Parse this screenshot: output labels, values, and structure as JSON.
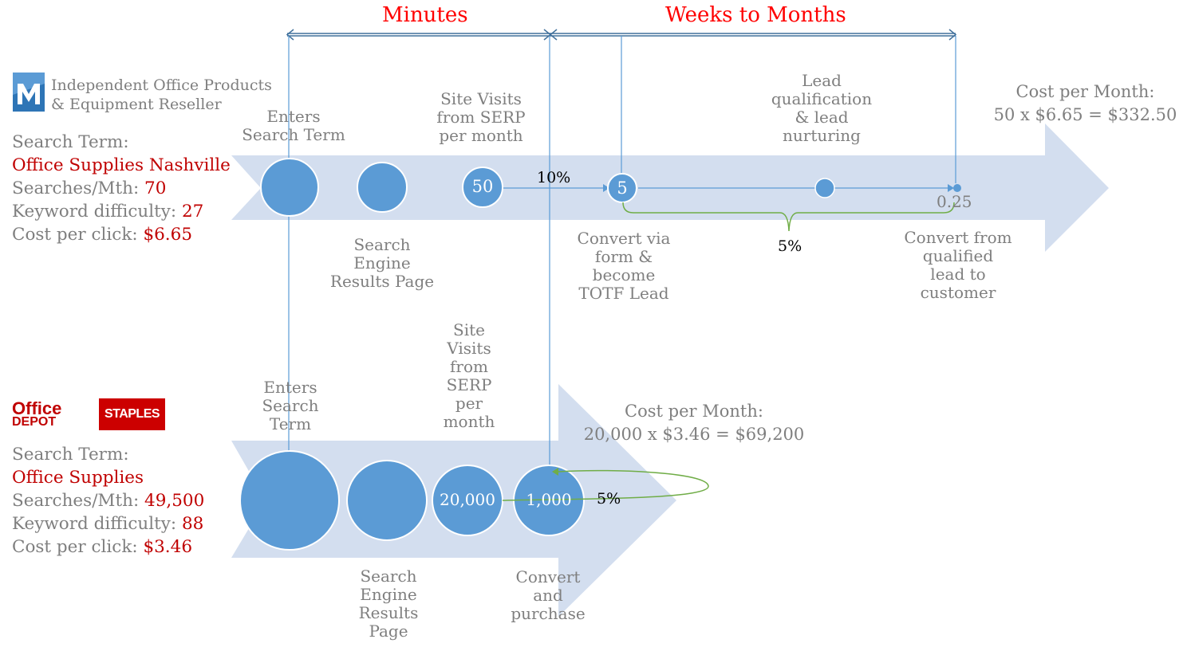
{
  "headers": {
    "minutes": "Minutes",
    "weeks_to_months": "Weeks to Months"
  },
  "independent": {
    "company_line1": "Independent Office Products",
    "company_line2": "& Equipment Reseller",
    "search_term_label": "Search Term:",
    "search_term_value": "Office Supplies Nashville",
    "searches_label": "Searches/Mth: ",
    "searches_value": "70",
    "difficulty_label": "Keyword difficulty: ",
    "difficulty_value": "27",
    "cpc_label": "Cost per click: ",
    "cpc_value": "$6.65",
    "steps": {
      "enters": "Enters\nSearch Term",
      "serp": "Search\nEngine\nResults Page",
      "site_visits": "Site Visits\nfrom SERP\nper month",
      "convert": "Convert via\nform &\nbecome\nTOTF Lead",
      "lead": "Lead\nqualification\n& lead\nnurturing",
      "customer": "Convert from\nqualified\nlead to\ncustomer"
    },
    "visits_value": "50",
    "leads_value": "5",
    "customers_value": "0.25",
    "rate_visit_to_lead": "10%",
    "rate_lead_to_customer": "5%",
    "cost_title": "Cost per Month:",
    "cost_formula": "50 x $6.65 = $332.50"
  },
  "bigbox": {
    "logo_office": "Office",
    "logo_depot": "DEPOT",
    "logo_staples": "STAPLES",
    "search_term_label": "Search Term:",
    "search_term_value": "Office Supplies",
    "searches_label": "Searches/Mth: ",
    "searches_value": "49,500",
    "difficulty_label": "Keyword difficulty: ",
    "difficulty_value": "88",
    "cpc_label": "Cost per click: ",
    "cpc_value": "$3.46",
    "steps": {
      "enters": "Enters\nSearch\nTerm",
      "serp": "Search\nEngine\nResults\nPage",
      "site_visits": "Site\nVisits\nfrom\nSERP\nper\nmonth",
      "convert": "Convert\nand\npurchase"
    },
    "visits_value": "20,000",
    "purchase_value": "1,000",
    "rate": "5%",
    "cost_title": "Cost per Month:",
    "cost_formula": "20,000 x $3.46 = $69,200"
  },
  "colors": {
    "arrow": "#d3deef",
    "bubble": "#5b9bd5",
    "bracket": "#41719c",
    "green": "#70ad47",
    "red": "#c00000"
  }
}
